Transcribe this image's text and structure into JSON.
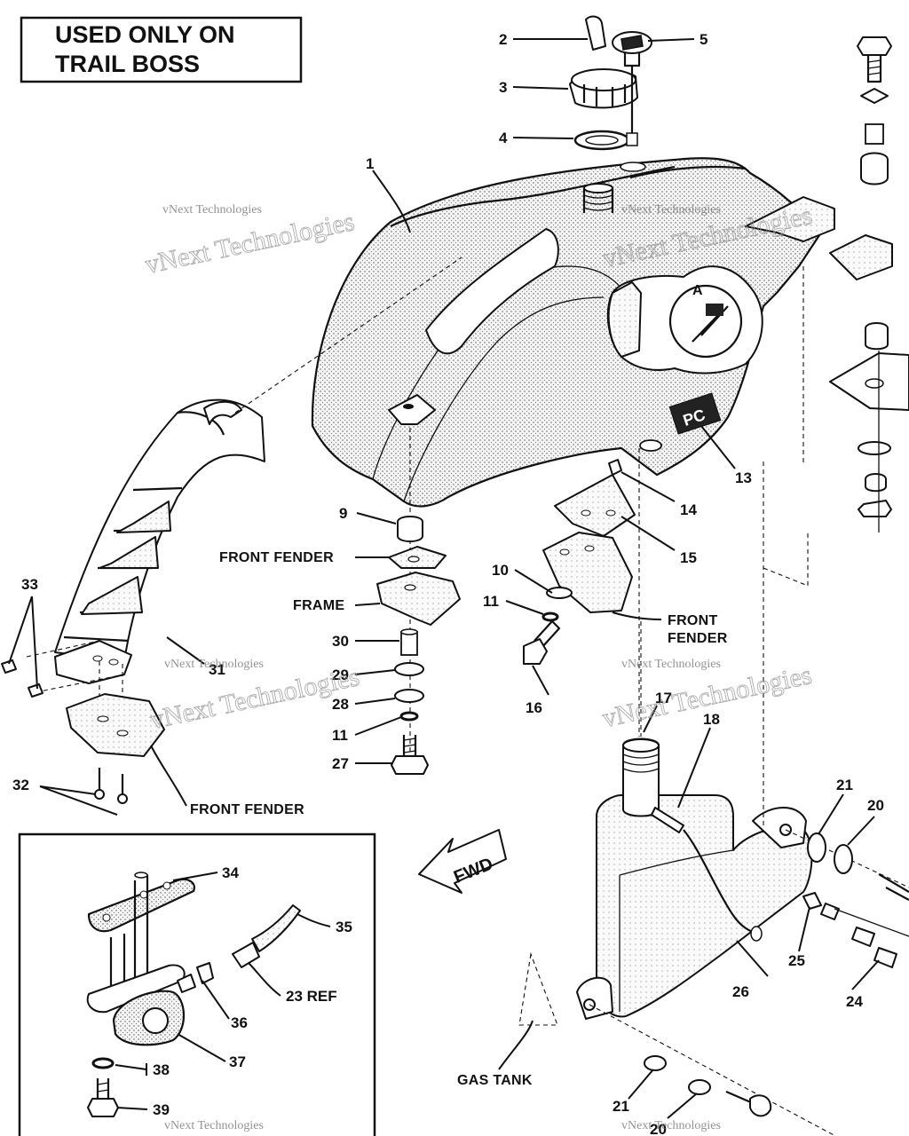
{
  "header_box": {
    "line1": "USED ONLY ON",
    "line2": "TRAIL BOSS"
  },
  "callouts": {
    "c1": "1",
    "c2": "2",
    "c3": "3",
    "c4": "4",
    "c5": "5",
    "c9": "9",
    "c10": "10",
    "c11a": "11",
    "c11b": "11",
    "c13": "13",
    "c14": "14",
    "c15": "15",
    "c16": "16",
    "c17": "17",
    "c18": "18",
    "c20a": "20",
    "c20b": "20",
    "c21a": "21",
    "c21b": "21",
    "c23": "23 REF",
    "c24": "24",
    "c25": "25",
    "c26": "26",
    "c27": "27",
    "c28": "28",
    "c29": "29",
    "c30": "30",
    "c31": "31",
    "c32": "32",
    "c33": "33",
    "c34": "34",
    "c35": "35",
    "c36": "36",
    "c37": "37",
    "c38": "38",
    "c39": "39"
  },
  "labels": {
    "front_fender_mid": "FRONT FENDER",
    "frame": "FRAME",
    "front_fender_right_1": "FRONT",
    "front_fender_right_2": "FENDER",
    "front_fender_left": "FRONT FENDER",
    "gas_tank": "GAS TANK",
    "fwd": "FWD",
    "detail_a": "A",
    "decal": "PC"
  },
  "watermark": {
    "big": "vNext Technologies",
    "small": "vNext Technologies"
  }
}
